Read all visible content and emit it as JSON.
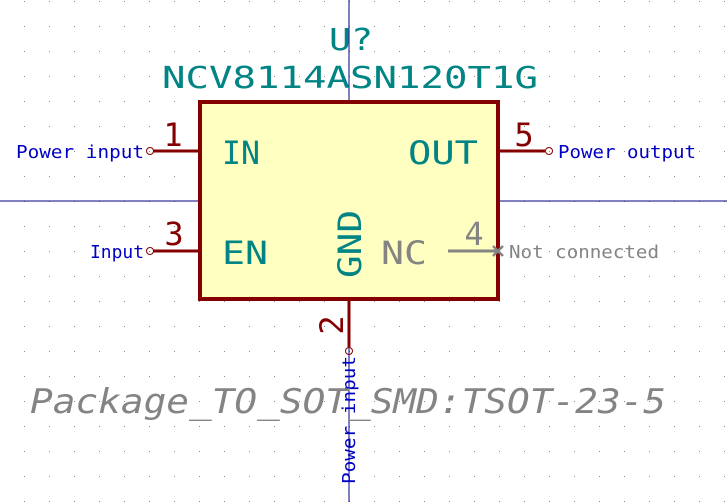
{
  "editor": "schematic",
  "colors": {
    "background": "#ffffff",
    "grid": "#888888",
    "crosshair": "#000084",
    "body_fill": "#ffffc2",
    "body_stroke": "#840000",
    "pin_line": "#840000",
    "pin_number": "#840000",
    "pin_name": "#008484",
    "reference": "#008484",
    "value": "#008484",
    "footprint": "#848484",
    "electrical_type": "#0000c2",
    "nc_marker": "#848484",
    "nc_text": "#848484"
  },
  "symbol": {
    "reference": "U?",
    "value": "NCV8114ASN120T1G",
    "footprint": "Package_TO_SOT_SMD:TSOT-23-5",
    "pins": [
      {
        "number": "1",
        "name": "IN",
        "side": "left",
        "type": "Power input"
      },
      {
        "number": "3",
        "name": "EN",
        "side": "left",
        "type": "Input"
      },
      {
        "number": "5",
        "name": "OUT",
        "side": "right",
        "type": "Power output"
      },
      {
        "number": "4",
        "name": "NC",
        "side": "right",
        "type": "Not connected"
      },
      {
        "number": "2",
        "name": "GND",
        "side": "bottom",
        "type": "Power input"
      }
    ]
  }
}
